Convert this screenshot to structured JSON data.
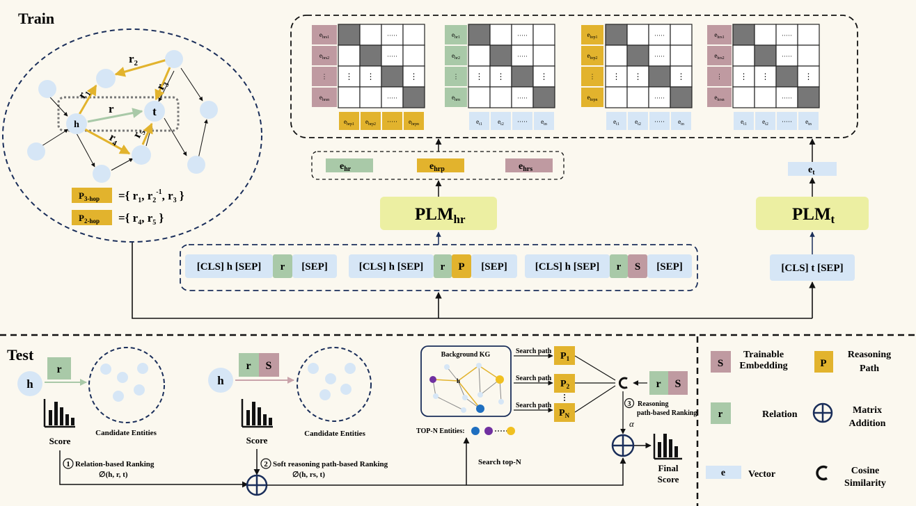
{
  "train": {
    "title": "Train",
    "graph_nodes": {
      "h": "h",
      "t": "t"
    },
    "graph_relations": {
      "r": "r",
      "r1": "r1",
      "r2": "r2",
      "r3": "r3",
      "r4": "r4",
      "r5": "r5"
    },
    "path_3hop": {
      "label": "P3-hop",
      "set": "={ r1, r2-1, r3 }"
    },
    "path_2hop": {
      "label": "P2-hop",
      "set": "={ r4, r5 }"
    },
    "matrices": [
      {
        "rows": [
          "ehrs1",
          "ehrs2",
          "⋮",
          "ehrsn"
        ],
        "cols": [
          "ehrp1",
          "ehrp2",
          "·····",
          "ehrpn"
        ]
      },
      {
        "rows": [
          "ehr1",
          "ehr2",
          "⋮",
          "ehrn"
        ],
        "cols": [
          "et1",
          "et2",
          "·····",
          "etn"
        ]
      },
      {
        "rows": [
          "ehrp1",
          "ehrp2",
          "⋮",
          "ehrpn"
        ],
        "cols": [
          "et1",
          "et2",
          "·····",
          "etn"
        ]
      },
      {
        "rows": [
          "ehrs1",
          "ehrs2",
          "⋮",
          "ehrsn"
        ],
        "cols": [
          "et1",
          "et2",
          "·····",
          "etn"
        ]
      }
    ],
    "embeddings": {
      "ehr": "ehr",
      "ehrp": "ehrp",
      "ehrs": "ehrs",
      "et": "et"
    },
    "plm_hr": "PLMhr",
    "plm_t": "PLMt",
    "inputs": {
      "seq1_cls": "[CLS] h [SEP]",
      "seq1_r": "r",
      "seq1_sep": "[SEP]",
      "seq2_cls": "[CLS] h [SEP]",
      "seq2_r": "r",
      "seq2_p": "P",
      "seq2_sep": "[SEP]",
      "seq3_cls": "[CLS] h [SEP]",
      "seq3_r": "r",
      "seq3_s": "S",
      "seq3_sep": "[SEP]",
      "tail": "[CLS] t [SEP]"
    }
  },
  "test": {
    "title": "Test",
    "left_h": "h",
    "left_r": "r",
    "score1": "Score",
    "candidates1": "Candidate Entities",
    "mid_h": "h",
    "mid_r": "r",
    "mid_s": "S",
    "score2": "Score",
    "candidates2": "Candidate Entities",
    "background_kg": "Background KG",
    "kg_h": "h",
    "search_path": "Search path",
    "paths": [
      "P1",
      "P2",
      "PN"
    ],
    "top_n": "TOP-N Entities:",
    "search_top_n": "Search top-N",
    "right_r": "r",
    "right_s": "S",
    "rank3_num": "3",
    "rank3_line1": "Reasoning",
    "rank3_line2": "path-based  Ranking",
    "alpha": "α",
    "rank1_num": "1",
    "rank1_label": "Relation-based Ranking",
    "rank1_formula": "∅(h, r, t)",
    "rank2_num": "2",
    "rank2_label": "Soft reasoning path-based Ranking",
    "rank2_formula": "∅(h, rs, t)",
    "final_score": [
      "Final",
      "Score"
    ]
  },
  "legend": {
    "trainable": {
      "glyph": "S",
      "label": [
        "Trainable",
        "Embedding"
      ]
    },
    "reasoning": {
      "glyph": "P",
      "label": [
        "Reasoning",
        "Path"
      ]
    },
    "relation": {
      "glyph": "r",
      "label": [
        "Relation"
      ]
    },
    "matrix_add": {
      "label": [
        "Matrix",
        "Addition"
      ]
    },
    "vector": {
      "glyph": "e",
      "label": [
        "Vector"
      ]
    },
    "cosine": {
      "label": [
        "Cosine",
        "Similarity"
      ]
    }
  },
  "colors": {
    "background": "#fbf8ef",
    "gold": "#e2b32d",
    "green": "#a9c9a8",
    "mauve": "#bf9aa1",
    "lightblue": "#d6e6f6",
    "plm": "#ecefa2",
    "node": "#d6e6f6",
    "navy": "#1a2e5a",
    "diag": "#777777"
  }
}
